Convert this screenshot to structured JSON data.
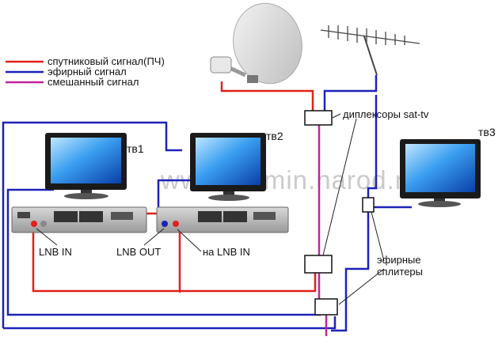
{
  "legend": {
    "items": [
      {
        "label": "спутниковый сигнал(ПЧ)",
        "color": "#e0201c"
      },
      {
        "label": "эфирный сигнал",
        "color": "#1c22b8"
      },
      {
        "label": "смешанный сигнал",
        "color": "#c0259c"
      }
    ]
  },
  "tv_labels": {
    "tv1": "тв1",
    "tv2": "тв2",
    "tv3": "тв3"
  },
  "port_labels": {
    "lnb_in": "LNB IN",
    "lnb_out": "LNB OUT",
    "na_lnb_in": "на LNB IN"
  },
  "device_labels": {
    "diplexers": "диплексоры sat-tv",
    "splitters": "эфирные\nсплитеры"
  },
  "watermark": "www.satmin.narod.ru",
  "colors": {
    "satellite": "#e0201c",
    "terrestrial": "#1c22b8",
    "mixed": "#c0259c"
  }
}
